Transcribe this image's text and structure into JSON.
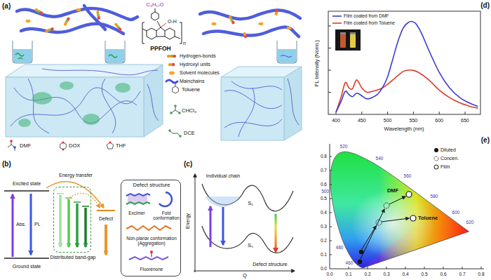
{
  "diagram": {
    "nodes": [
      {
        "text": [
          "Distributed band-gap"
        ]
      },
      {
        "text": [
          "Defect structure",
          "Excimer",
          "Fold conformation",
          "Non-planar conformation (Aggregation)",
          "Fluorenone"
        ]
      }
    ],
    "labels": [
      "(a)",
      "C₈H₁₇O",
      "O-H",
      "n",
      "PPFOH",
      "Toluene",
      "CHCl₃",
      "DCE",
      "DMF",
      "DOX",
      "THF",
      "(b)",
      "Excited state",
      "Energy transfer",
      "Abs.",
      "PL",
      "Ground state",
      "Defect",
      "(c)",
      "Energy",
      "Individual chain",
      "S₁",
      "S₀",
      "Defect structure",
      "Q",
      "(d)",
      "PL Intensity (Norm.)",
      "Wavelength (nm)",
      "400",
      "450",
      "500",
      "550",
      "600",
      "650",
      "(e)",
      "0.0",
      "0.1",
      "0.2",
      "0.3",
      "0.4",
      "0.5",
      "0.6",
      "0.7",
      "0.8",
      "0.0",
      "0.1",
      "0.2",
      "0.3",
      "0.4",
      "0.5",
      "0.6",
      "0.7",
      "0.8",
      "460",
      "480",
      "500",
      "520",
      "540",
      "560",
      "580",
      "600",
      "620",
      "DMF",
      "Toluene"
    ],
    "legend": [
      {
        "text": "Hydrogen-bonds"
      },
      {
        "text": "Hydroxyl units"
      },
      {
        "text": "Solvent molecules"
      },
      {
        "text": "Mainchains"
      },
      {
        "text": "Film coated from DMF"
      },
      {
        "text": "Film coated from Toluene"
      },
      {
        "text": "Diluted"
      },
      {
        "text": "Concen."
      },
      {
        "text": "Film"
      }
    ]
  }
}
